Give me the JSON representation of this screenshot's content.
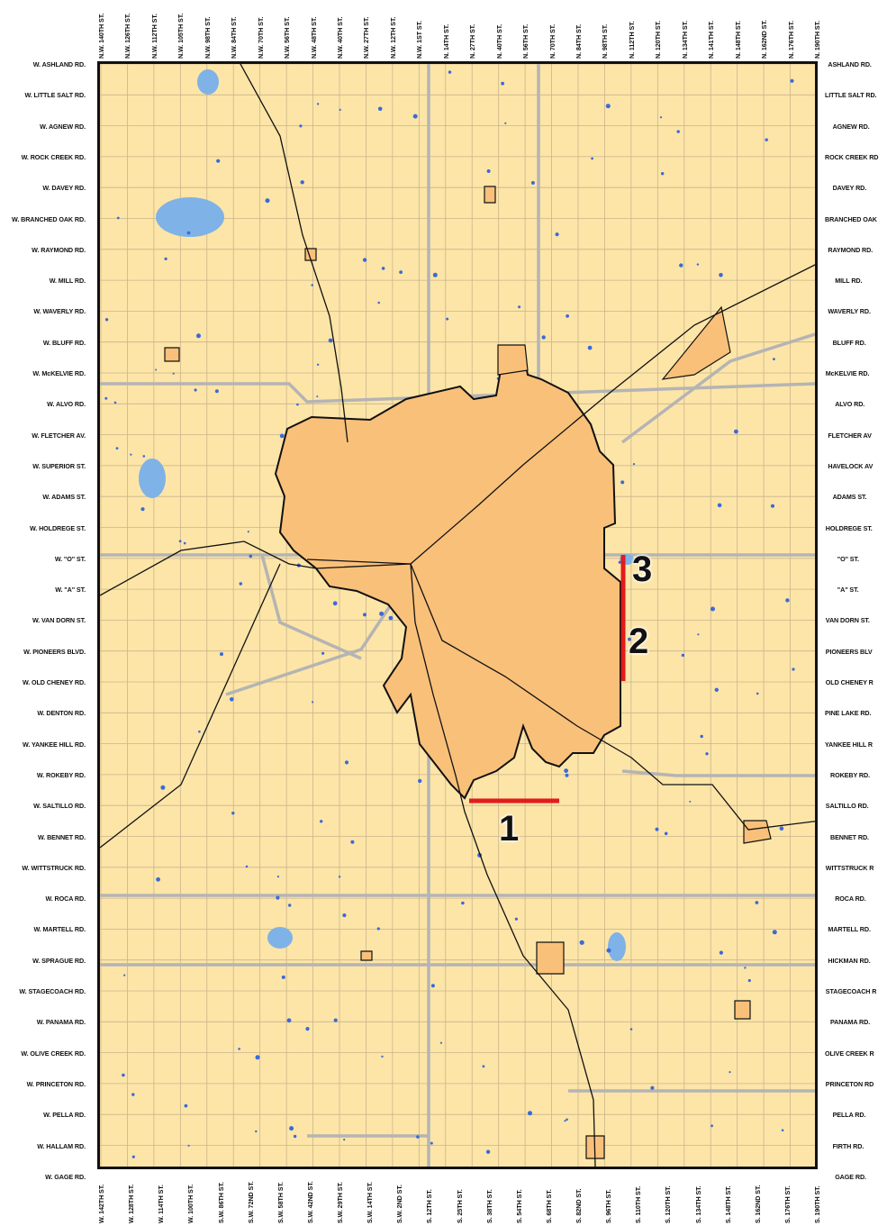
{
  "map": {
    "colors": {
      "county": "#fde5a8",
      "city": "#f9c07a",
      "road": "#b4b4b4",
      "grid": "#c9b48a",
      "water": "#7fb2e6",
      "rail": "#111111",
      "project": "#e21b1b"
    },
    "west_roads": [
      "W. ASHLAND RD.",
      "W. LITTLE SALT RD.",
      "W. AGNEW RD.",
      "W. ROCK CREEK RD.",
      "W. DAVEY RD.",
      "W. BRANCHED OAK RD.",
      "W. RAYMOND RD.",
      "W. MILL RD.",
      "W. WAVERLY RD.",
      "W. BLUFF RD.",
      "W. McKELVIE RD.",
      "W. ALVO RD.",
      "W. FLETCHER AV.",
      "W. SUPERIOR ST.",
      "W. ADAMS ST.",
      "W. HOLDREGE ST.",
      "W. \"O\" ST.",
      "W. \"A\" ST.",
      "W. VAN DORN ST.",
      "W. PIONEERS BLVD.",
      "W. OLD CHENEY RD.",
      "W. DENTON RD.",
      "W. YANKEE HILL RD.",
      "W. ROKEBY RD.",
      "W. SALTILLO RD.",
      "W. BENNET RD.",
      "W. WITTSTRUCK RD.",
      "W. ROCA RD.",
      "W. MARTELL RD.",
      "W. SPRAGUE RD.",
      "W. STAGECOACH RD.",
      "W. PANAMA RD.",
      "W. OLIVE CREEK RD.",
      "W. PRINCETON RD.",
      "W. PELLA RD.",
      "W. HALLAM RD.",
      "W. GAGE RD."
    ],
    "east_roads": [
      "ASHLAND RD.",
      "LITTLE SALT RD.",
      "AGNEW RD.",
      "ROCK CREEK RD",
      "DAVEY RD.",
      "BRANCHED OAK",
      "RAYMOND RD.",
      "MILL RD.",
      "WAVERLY RD.",
      "BLUFF RD.",
      "McKELVIE RD.",
      "ALVO RD.",
      "FLETCHER AV",
      "HAVELOCK AV",
      "ADAMS ST.",
      "HOLDREGE ST.",
      "\"O\" ST.",
      "\"A\" ST.",
      "VAN DORN ST.",
      "PIONEERS BLV",
      "OLD CHENEY R",
      "PINE LAKE RD.",
      "YANKEE HILL R",
      "ROKEBY RD.",
      "SALTILLO RD.",
      "BENNET RD.",
      "WITTSTRUCK R",
      "ROCA RD.",
      "MARTELL RD.",
      "HICKMAN RD.",
      "STAGECOACH R",
      "PANAMA RD.",
      "OLIVE CREEK R",
      "PRINCETON RD",
      "PELLA RD.",
      "FIRTH RD.",
      "GAGE RD."
    ],
    "north_streets": [
      "N.W. 140TH ST.",
      "N.W. 126TH ST.",
      "N.W. 112TH ST.",
      "N.W. 105TH ST.",
      "N.W. 98TH ST.",
      "N.W. 84TH ST.",
      "N.W. 70TH ST.",
      "N.W. 56TH ST.",
      "N.W. 48TH ST.",
      "N.W. 40TH ST.",
      "N.W. 27TH ST.",
      "N.W. 12TH ST.",
      "N.W. 1ST ST.",
      "N. 14TH ST.",
      "N. 27TH ST.",
      "N. 40TH ST.",
      "N. 56TH ST.",
      "N. 70TH ST.",
      "N. 84TH ST.",
      "N. 98TH ST.",
      "N. 112TH ST.",
      "N. 120TH ST.",
      "N. 134TH ST.",
      "N. 141TH ST.",
      "N. 148TH ST.",
      "N. 162ND ST.",
      "N. 176TH ST.",
      "N. 190TH ST."
    ],
    "south_streets": [
      "W. 142TH ST.",
      "W. 128TH ST.",
      "W. 114TH ST.",
      "W. 100TH ST.",
      "S.W. 86TH ST.",
      "S.W. 72ND ST.",
      "S.W. 58TH ST.",
      "S.W. 42ND ST.",
      "S.W. 29TH ST.",
      "S.W. 14TH ST.",
      "S.W. 2ND ST.",
      "S. 12TH ST.",
      "S. 25TH ST.",
      "S. 38TH ST.",
      "S. 54TH ST.",
      "S. 68TH ST.",
      "S. 82ND ST.",
      "S. 96TH ST.",
      "S. 110TH ST.",
      "S. 120TH ST.",
      "S. 134TH ST.",
      "S. 148TH ST.",
      "S. 162ND ST.",
      "S. 176TH ST.",
      "S. 190TH ST."
    ],
    "projects": [
      {
        "number": "1"
      },
      {
        "number": "2"
      },
      {
        "number": "3"
      }
    ]
  }
}
